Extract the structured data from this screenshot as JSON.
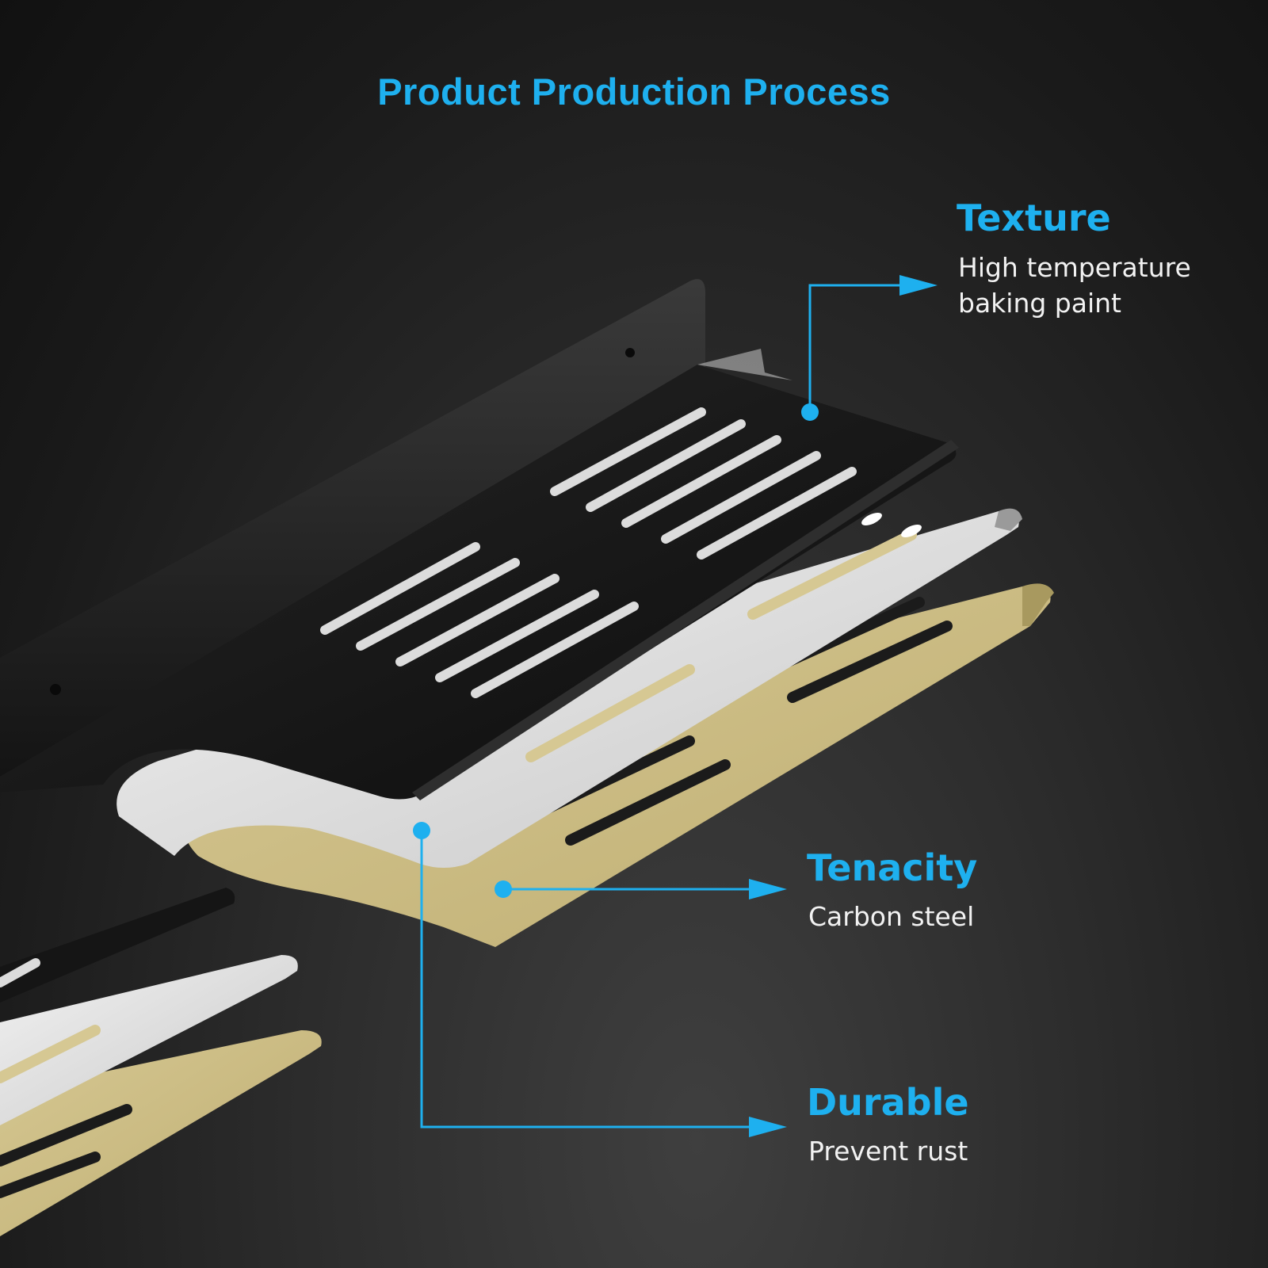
{
  "title": "Product Production Process",
  "accent_color": "#1eb0ef",
  "callouts": [
    {
      "heading": "Texture",
      "lines": [
        "High temperature",
        "baking paint"
      ]
    },
    {
      "heading": "Tenacity",
      "lines": [
        "Carbon steel"
      ]
    },
    {
      "heading": "Durable",
      "lines": [
        "Prevent rust"
      ]
    }
  ],
  "layers": [
    {
      "name": "black coating layer",
      "color": "#141414"
    },
    {
      "name": "silver layer",
      "color": "#d9d9d9"
    },
    {
      "name": "gold layer",
      "color": "#c9b97f"
    }
  ]
}
